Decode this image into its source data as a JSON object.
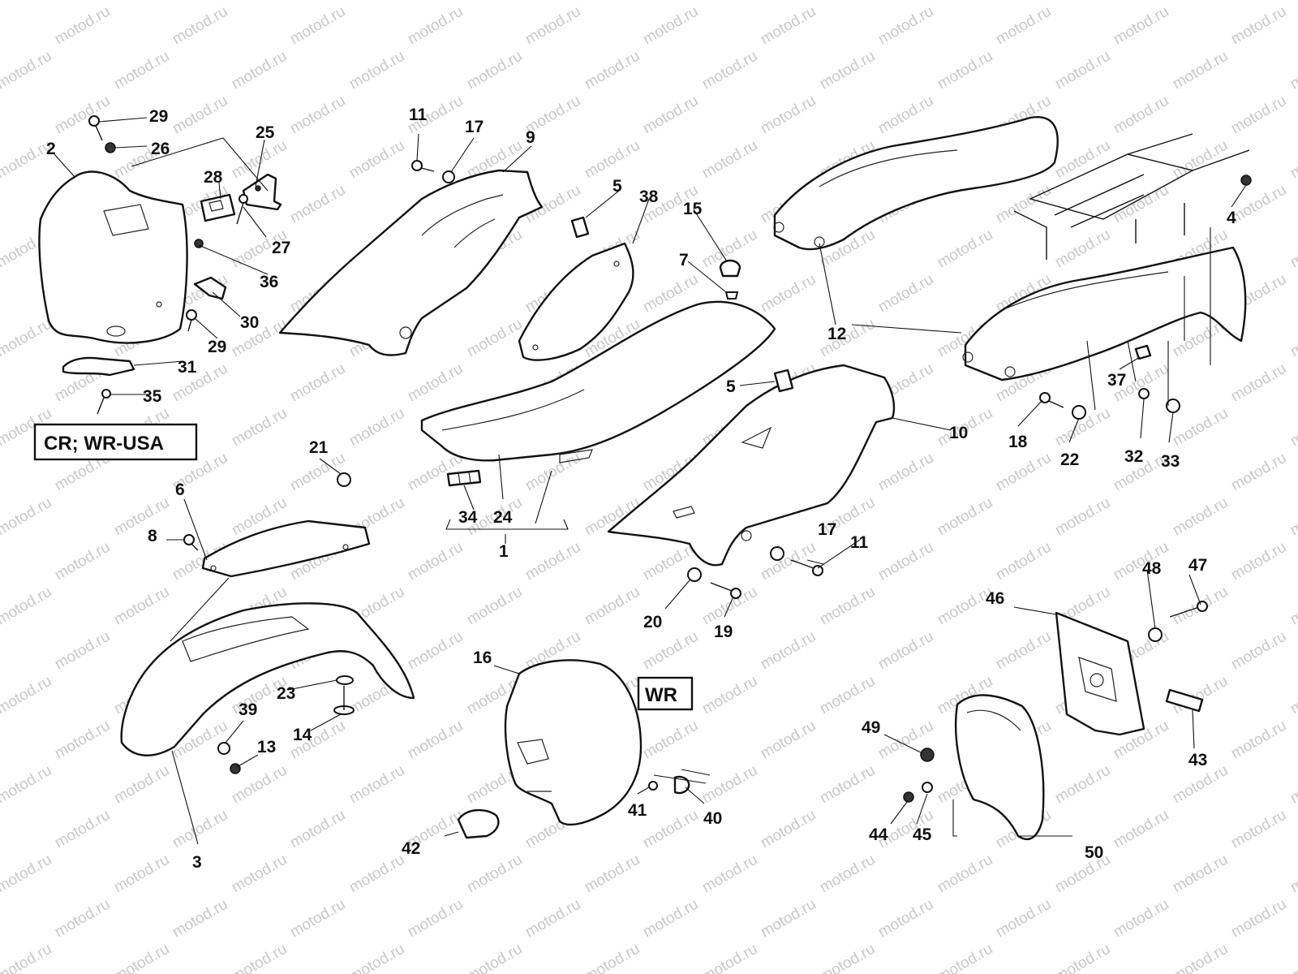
{
  "watermark": "motod.ru",
  "variant_labels": {
    "cr_wr_usa": "CR; WR-USA",
    "wr": "WR"
  },
  "callouts": {
    "c1": "1",
    "c2": "2",
    "c3": "3",
    "c4": "4",
    "c5a": "5",
    "c5b": "5",
    "c6": "6",
    "c7": "7",
    "c8": "8",
    "c9": "9",
    "c10": "10",
    "c11a": "11",
    "c11b": "11",
    "c12": "12",
    "c13": "13",
    "c14": "14",
    "c15": "15",
    "c16": "16",
    "c17a": "17",
    "c17b": "17",
    "c18": "18",
    "c19": "19",
    "c20": "20",
    "c21": "21",
    "c22": "22",
    "c23": "23",
    "c24": "24",
    "c25": "25",
    "c26": "26",
    "c27": "27",
    "c28": "28",
    "c29a": "29",
    "c29b": "29",
    "c30": "30",
    "c31": "31",
    "c32": "32",
    "c33": "33",
    "c34": "34",
    "c35": "35",
    "c36": "36",
    "c37": "37",
    "c38": "38",
    "c39": "39",
    "c40": "40",
    "c41": "41",
    "c42": "42",
    "c43": "43",
    "c44": "44",
    "c45": "45",
    "c46": "46",
    "c47": "47",
    "c48": "48",
    "c49": "49",
    "c50": "50"
  }
}
